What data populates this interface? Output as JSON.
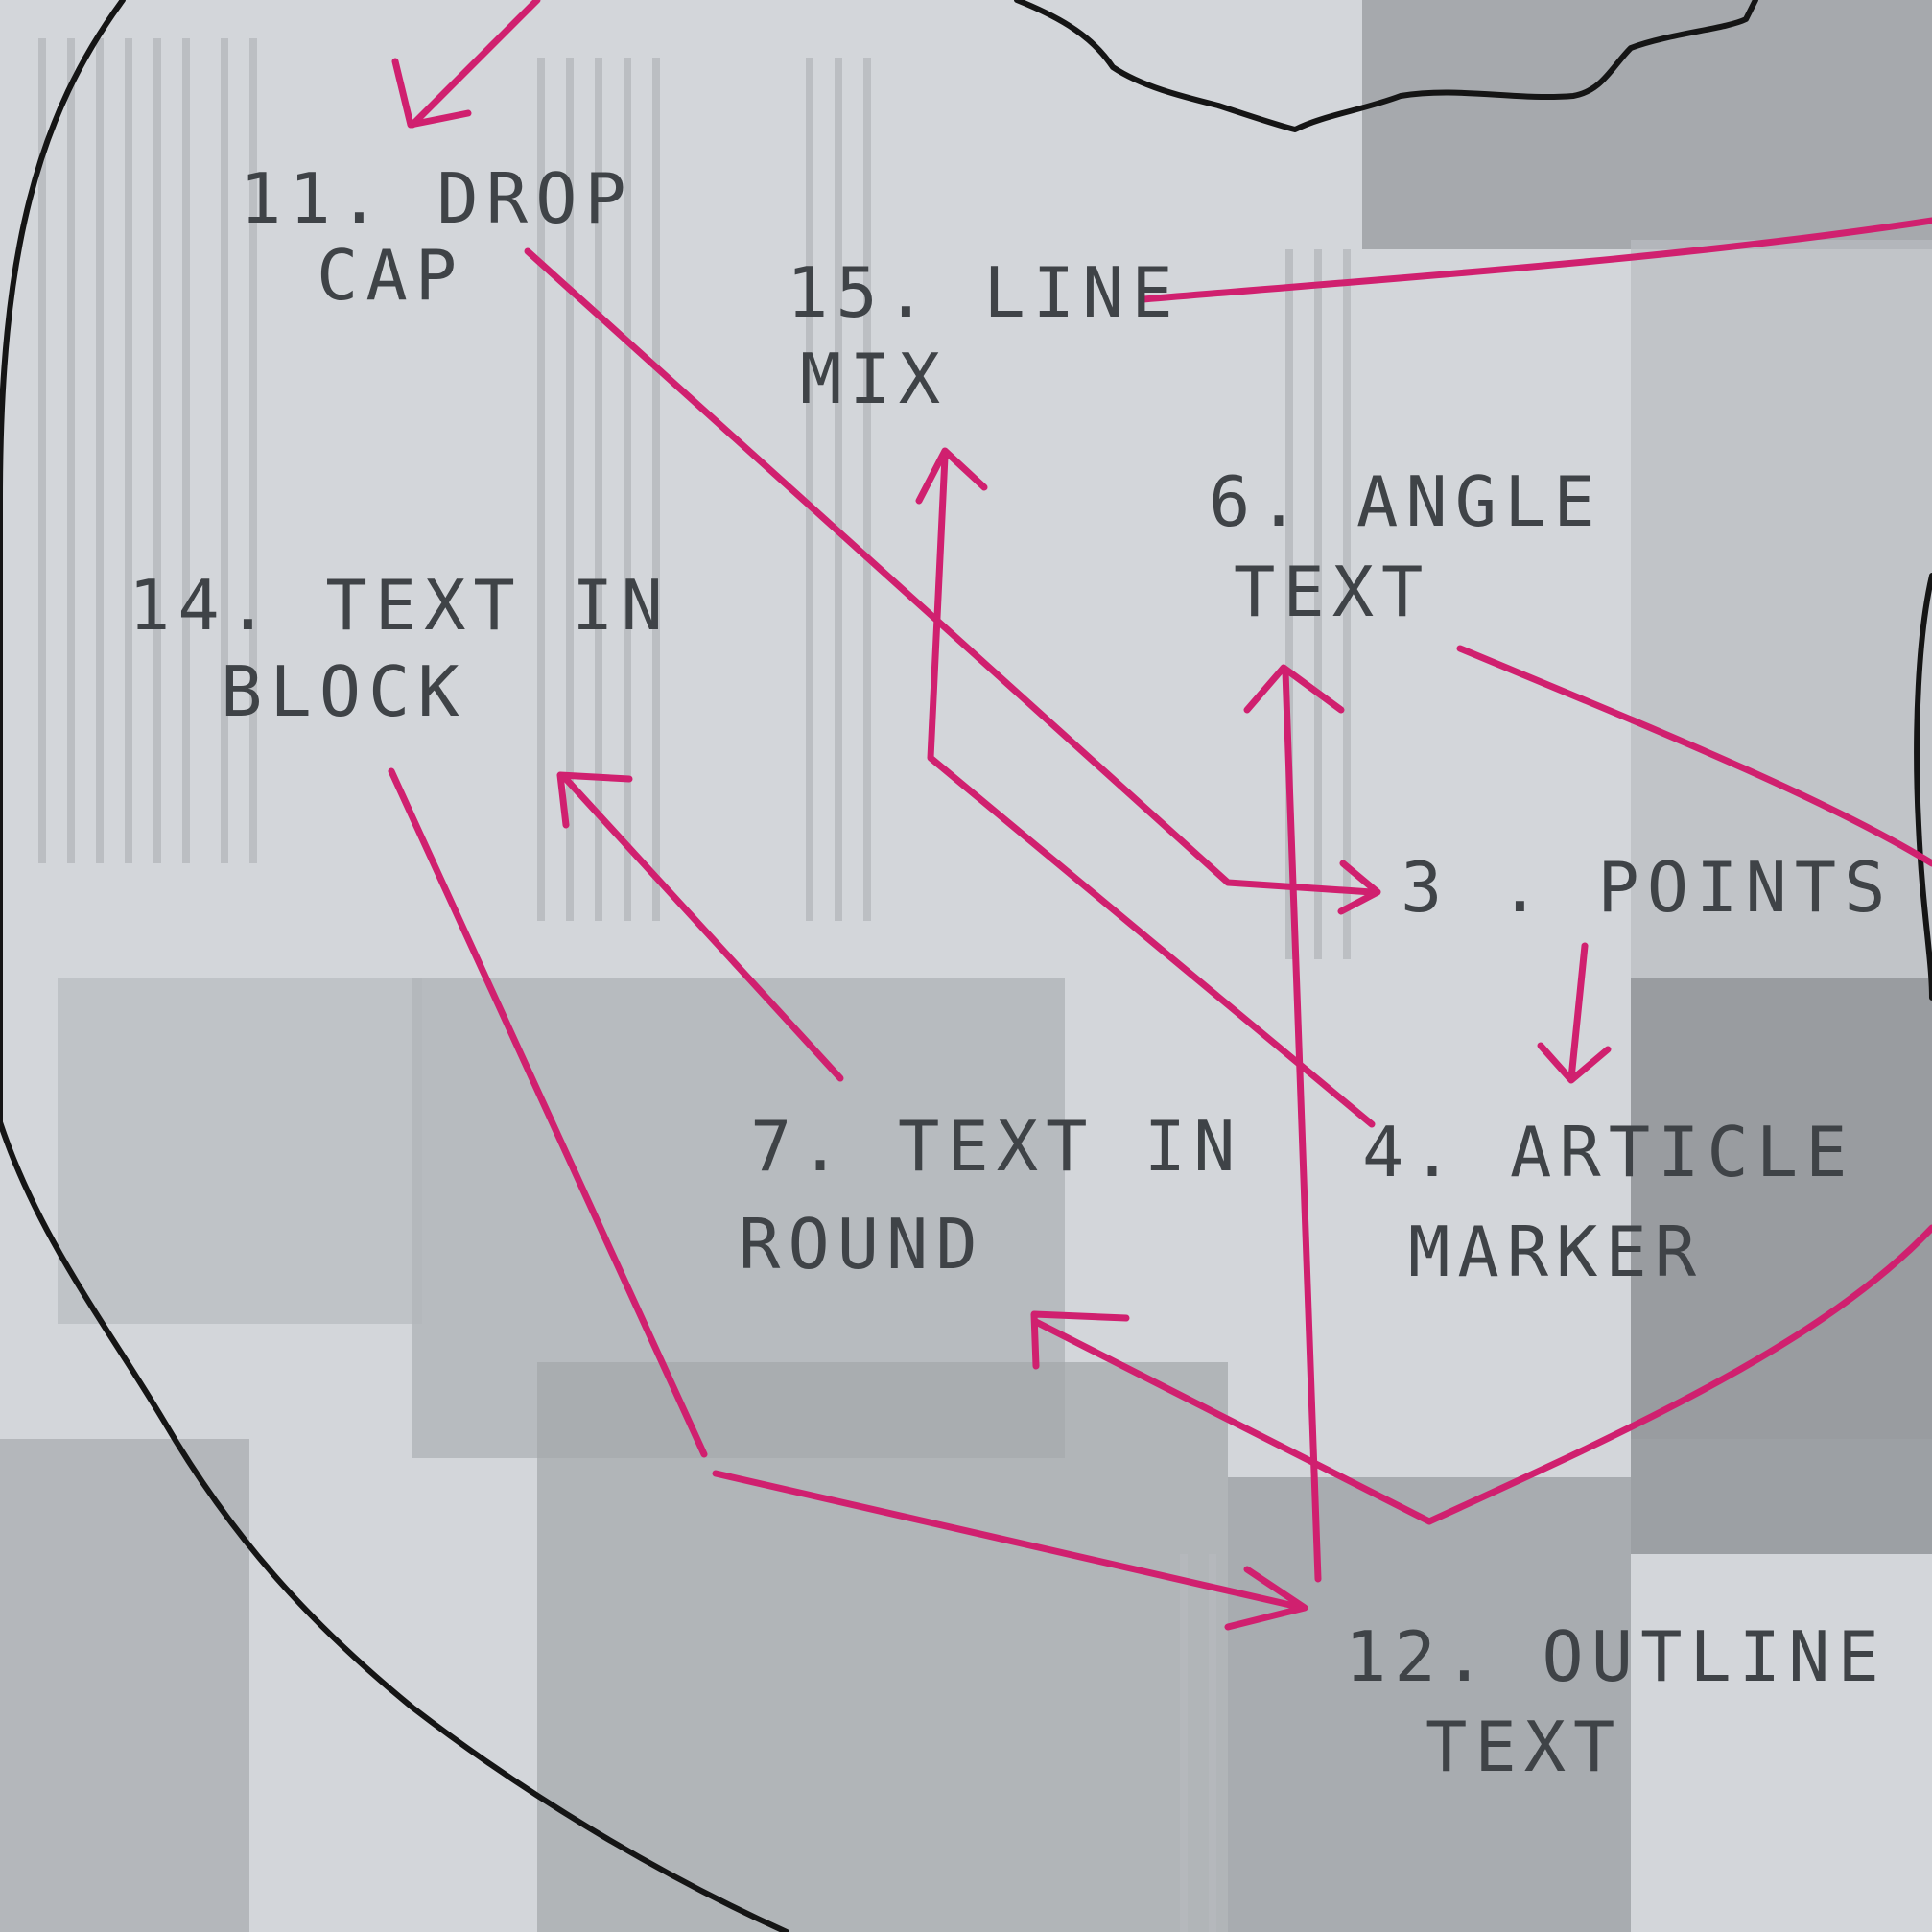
{
  "labels": {
    "drop_cap": {
      "line1": "11. DROP",
      "line2": "CAP"
    },
    "line_mix": {
      "line1": "15. LINE",
      "line2": "MIX"
    },
    "angle_text": {
      "line1": "6. ANGLE",
      "line2": "TEXT"
    },
    "text_in_block": {
      "line1": "14. TEXT IN",
      "line2": "BLOCK"
    },
    "points": {
      "line1": "3 . POINTS"
    },
    "text_in_round": {
      "line1": "7. TEXT IN",
      "line2": "ROUND"
    },
    "article_marker": {
      "line1": "4. ARTICLE",
      "line2": "MARKER"
    },
    "outline_text": {
      "line1": "12. OUTLINE",
      "line2": "TEXT"
    }
  },
  "colors": {
    "paper": "#d3d6da",
    "newsprint_dark": "#9ea1a5",
    "newsprint_mid": "#b7babe",
    "ink_black": "#151515",
    "ink_pencil": "#3f4347",
    "ink_magenta": "#d0206f"
  }
}
